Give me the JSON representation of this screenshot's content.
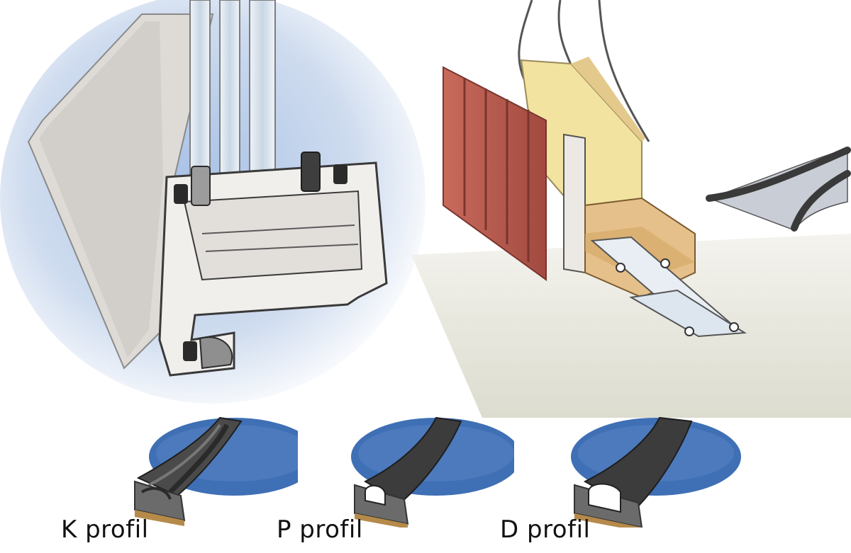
{
  "profiles": [
    {
      "id": "k",
      "label": "K profil"
    },
    {
      "id": "p",
      "label": "P profil"
    },
    {
      "id": "d",
      "label": "D profil"
    }
  ],
  "colors": {
    "sky_blue": "#bcd0ea",
    "frame_grey": "#d9d6d2",
    "frame_dark": "#5a5a5a",
    "seal_black": "#2b2b2b",
    "brick_red": "#b8564a",
    "wood": "#e8c690",
    "insulation": "#f2e4a2",
    "disc_blue": "#3f6fb5",
    "foam_grey": "#6a6a6a",
    "tape_tan": "#b58a4a"
  },
  "icons": [
    "window-frame-cross-section",
    "wall-cross-section",
    "seal-strip",
    "k-profile-seal",
    "p-profile-seal",
    "d-profile-seal"
  ]
}
